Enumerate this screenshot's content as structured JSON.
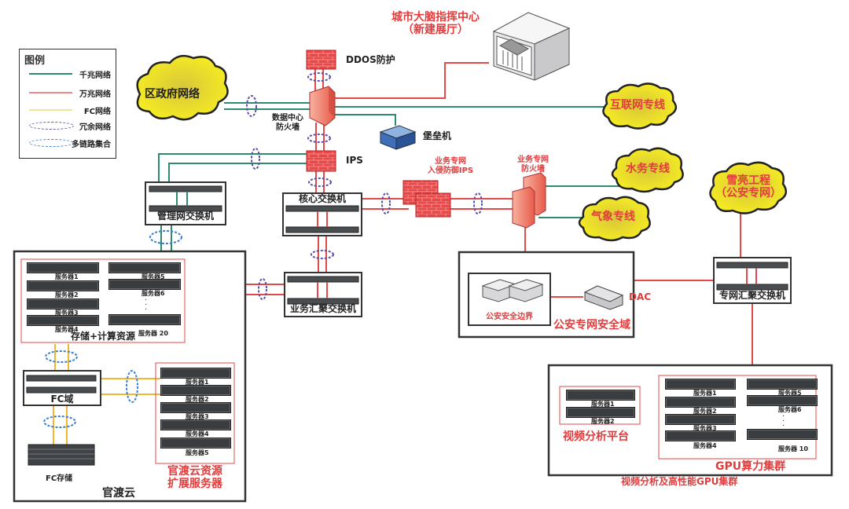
{
  "colors": {
    "gigabit": "#2e8b6e",
    "ten_gigabit": "#e24a4a",
    "fc": "#f2b632",
    "redundant": "#5a4fa8",
    "aggregation": "#3a7fd0",
    "cloud_fill": "#f4ea1e",
    "label_red": "#e23b3b"
  },
  "legend": {
    "title": "图例",
    "items": [
      {
        "label": "千兆网络",
        "type": "gigabit"
      },
      {
        "label": "万兆网络",
        "type": "ten_gigabit"
      },
      {
        "label": "FC网络",
        "type": "fc"
      },
      {
        "label": "冗余网络",
        "type": "redundant"
      },
      {
        "label": "多链路集合",
        "type": "aggregation"
      }
    ]
  },
  "nodes": {
    "command_center": {
      "line1": "城市大脑指挥中心",
      "line2": "（新建展厅）"
    },
    "district_network": "区政府网络",
    "ddos": "DDOS防护",
    "dc_firewall": {
      "line1": "数据中心",
      "line2": "防火墙"
    },
    "bastion": "堡垒机",
    "internet": "互联网专线",
    "ips": "IPS",
    "biz_ips": {
      "line1": "业务专网",
      "line2": "入侵防御IPS"
    },
    "biz_firewall": {
      "line1": "业务专网",
      "line2": "防火墙"
    },
    "water": "水务专线",
    "weather": "气象专线",
    "xueliang": {
      "line1": "雪亮工程",
      "line2": "（公安专网）"
    },
    "mgmt_switch": "管理网交换机",
    "core_switch": "核心交换机",
    "biz_agg_switch": "业务汇聚交换机",
    "private_agg_switch": "专网汇聚交换机",
    "police_boundary": "公安安全边界",
    "dac": "DAC",
    "police_domain": "公安专网安全域",
    "guandu_cloud": "官渡云",
    "storage_compute": "存储+计算资源",
    "fc_domain": "FC域",
    "fc_storage": "FC存储",
    "expansion": {
      "line1": "官渡云资源",
      "line2": "扩展服务器"
    },
    "video_platform": "视频分析平台",
    "gpu_cluster": "GPU算力集群",
    "video_gpu_zone": "视频分析及高性能GPU集群"
  },
  "servers": {
    "storage_left": [
      "服务器1",
      "服务器2",
      "服务器3",
      "服务器4"
    ],
    "storage_right": [
      "服务器5",
      "服务器6"
    ],
    "storage_last": "服务器 20",
    "expansion": [
      "服务器1",
      "服务器2",
      "服务器3",
      "服务器4",
      "服务器5"
    ],
    "video": [
      "服务器1",
      "服务器2"
    ],
    "gpu_left": [
      "服务器1",
      "服务器2",
      "服务器3",
      "服务器4"
    ],
    "gpu_right": [
      "服务器5",
      "服务器6"
    ],
    "gpu_last": "服务器 10"
  },
  "ellipsis": "·\n·\n·"
}
